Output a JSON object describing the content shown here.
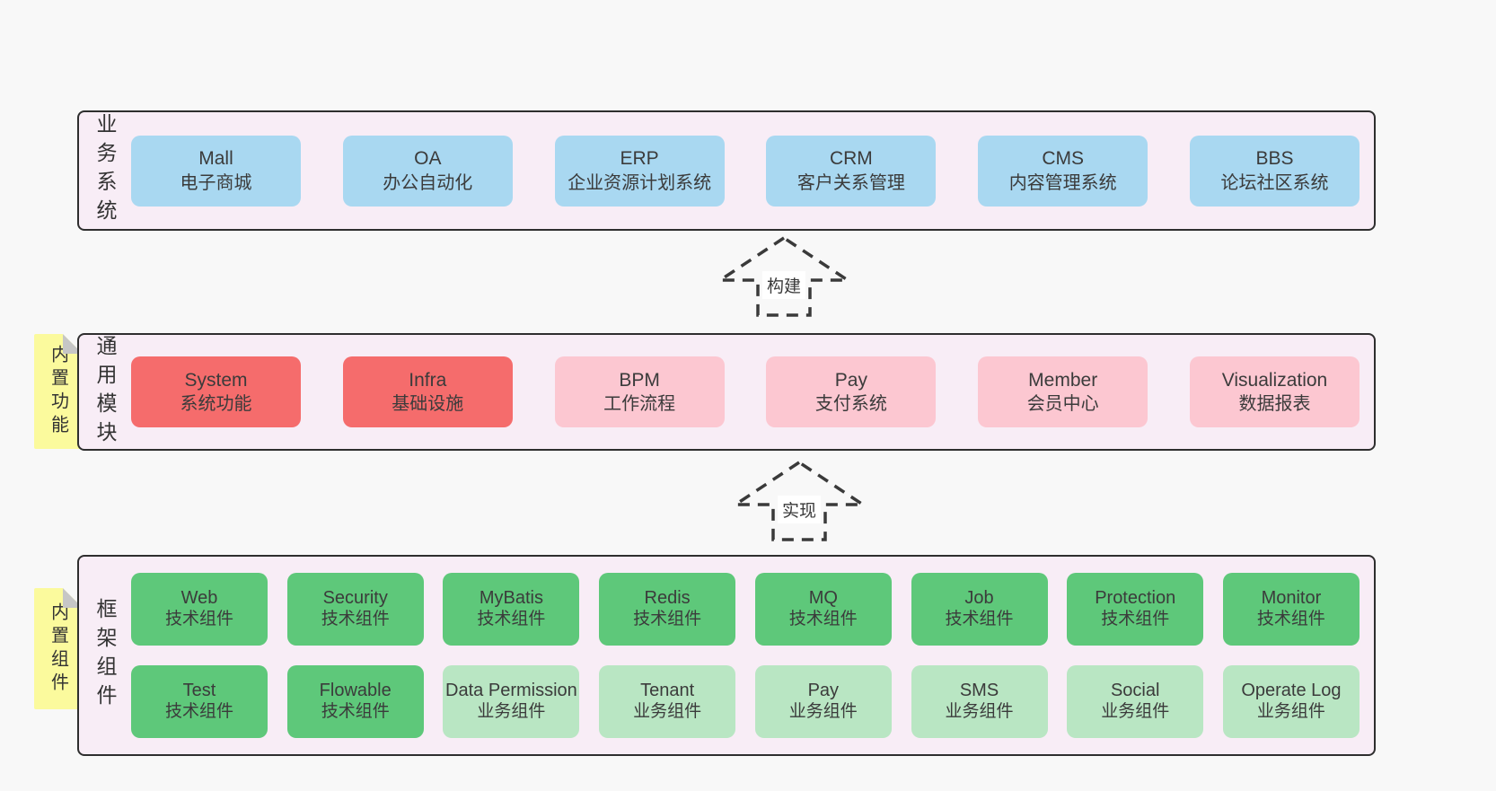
{
  "palette": {
    "page_bg": "#f8f8f8",
    "band_bg": "#f8edf6",
    "band_border": "#2e2e2e",
    "blue": "#a9d8f1",
    "red": "#f56c6c",
    "pink": "#fcc7d1",
    "green": "#5ec87a",
    "light_green": "#b9e6c3",
    "note_yellow": "#fbfa9d",
    "note_fold_gray": "#c6c6c6",
    "text": "#3b3b3b"
  },
  "arrows": [
    {
      "label": "构建"
    },
    {
      "label": "实现"
    }
  ],
  "bands": [
    {
      "label": "业务系统",
      "boxes": [
        {
          "title": "Mall",
          "subtitle": "电子商城",
          "variant": "blue"
        },
        {
          "title": "OA",
          "subtitle": "办公自动化",
          "variant": "blue"
        },
        {
          "title": "ERP",
          "subtitle": "企业资源计划系统",
          "variant": "blue"
        },
        {
          "title": "CRM",
          "subtitle": "客户关系管理",
          "variant": "blue"
        },
        {
          "title": "CMS",
          "subtitle": "内容管理系统",
          "variant": "blue"
        },
        {
          "title": "BBS",
          "subtitle": "论坛社区系统",
          "variant": "blue"
        }
      ]
    },
    {
      "label": "通用模块",
      "note": "内置功能",
      "boxes": [
        {
          "title": "System",
          "subtitle": "系统功能",
          "variant": "red"
        },
        {
          "title": "Infra",
          "subtitle": "基础设施",
          "variant": "red"
        },
        {
          "title": "BPM",
          "subtitle": "工作流程",
          "variant": "pink"
        },
        {
          "title": "Pay",
          "subtitle": "支付系统",
          "variant": "pink"
        },
        {
          "title": "Member",
          "subtitle": "会员中心",
          "variant": "pink"
        },
        {
          "title": "Visualization",
          "subtitle": "数据报表",
          "variant": "pink"
        }
      ]
    },
    {
      "label": "框架组件",
      "note": "内置组件",
      "rows": [
        [
          {
            "title": "Web",
            "subtitle": "技术组件",
            "variant": "green"
          },
          {
            "title": "Security",
            "subtitle": "技术组件",
            "variant": "green"
          },
          {
            "title": "MyBatis",
            "subtitle": "技术组件",
            "variant": "green"
          },
          {
            "title": "Redis",
            "subtitle": "技术组件",
            "variant": "green"
          },
          {
            "title": "MQ",
            "subtitle": "技术组件",
            "variant": "green"
          },
          {
            "title": "Job",
            "subtitle": "技术组件",
            "variant": "green"
          },
          {
            "title": "Protection",
            "subtitle": "技术组件",
            "variant": "green"
          },
          {
            "title": "Monitor",
            "subtitle": "技术组件",
            "variant": "green"
          }
        ],
        [
          {
            "title": "Test",
            "subtitle": "技术组件",
            "variant": "green"
          },
          {
            "title": "Flowable",
            "subtitle": "技术组件",
            "variant": "green"
          },
          {
            "title": "Data Permission",
            "subtitle": "业务组件",
            "variant": "lightgreen"
          },
          {
            "title": "Tenant",
            "subtitle": "业务组件",
            "variant": "lightgreen"
          },
          {
            "title": "Pay",
            "subtitle": "业务组件",
            "variant": "lightgreen"
          },
          {
            "title": "SMS",
            "subtitle": "业务组件",
            "variant": "lightgreen"
          },
          {
            "title": "Social",
            "subtitle": "业务组件",
            "variant": "lightgreen"
          },
          {
            "title": "Operate Log",
            "subtitle": "业务组件",
            "variant": "lightgreen"
          }
        ]
      ]
    }
  ]
}
